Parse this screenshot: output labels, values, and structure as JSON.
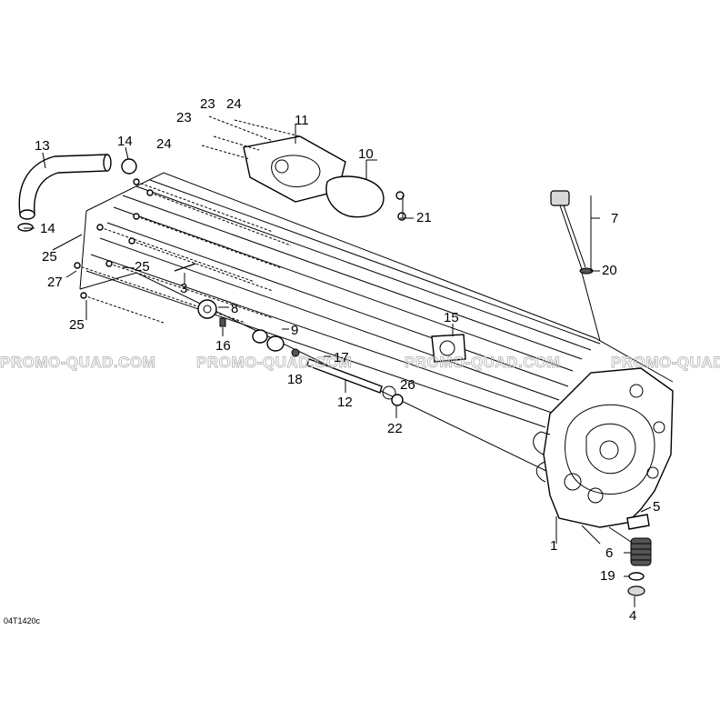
{
  "watermark": "PROMO-QUAD.COM",
  "drawing_code": "04T1420c",
  "callouts": [
    {
      "id": "c13",
      "label": "13"
    },
    {
      "id": "c14a",
      "label": "14"
    },
    {
      "id": "c14b",
      "label": "14"
    },
    {
      "id": "c23a",
      "label": "23"
    },
    {
      "id": "c24a",
      "label": "24"
    },
    {
      "id": "c23b",
      "label": "23"
    },
    {
      "id": "c24b",
      "label": "24"
    },
    {
      "id": "c11",
      "label": "11"
    },
    {
      "id": "c10",
      "label": "10"
    },
    {
      "id": "c21",
      "label": "21"
    },
    {
      "id": "c7",
      "label": "7"
    },
    {
      "id": "c20",
      "label": "20"
    },
    {
      "id": "c25a",
      "label": "25"
    },
    {
      "id": "c27",
      "label": "27"
    },
    {
      "id": "c25b",
      "label": "25"
    },
    {
      "id": "c3",
      "label": "3"
    },
    {
      "id": "c8",
      "label": "8"
    },
    {
      "id": "c25c",
      "label": "25"
    },
    {
      "id": "c16",
      "label": "16"
    },
    {
      "id": "c9",
      "label": "9"
    },
    {
      "id": "c15",
      "label": "15"
    },
    {
      "id": "c17",
      "label": "17"
    },
    {
      "id": "c18",
      "label": "18"
    },
    {
      "id": "c12",
      "label": "12"
    },
    {
      "id": "c26",
      "label": "26"
    },
    {
      "id": "c22",
      "label": "22"
    },
    {
      "id": "c5",
      "label": "5"
    },
    {
      "id": "c1",
      "label": "1"
    },
    {
      "id": "c6",
      "label": "6"
    },
    {
      "id": "c19",
      "label": "19"
    },
    {
      "id": "c4",
      "label": "4"
    }
  ]
}
